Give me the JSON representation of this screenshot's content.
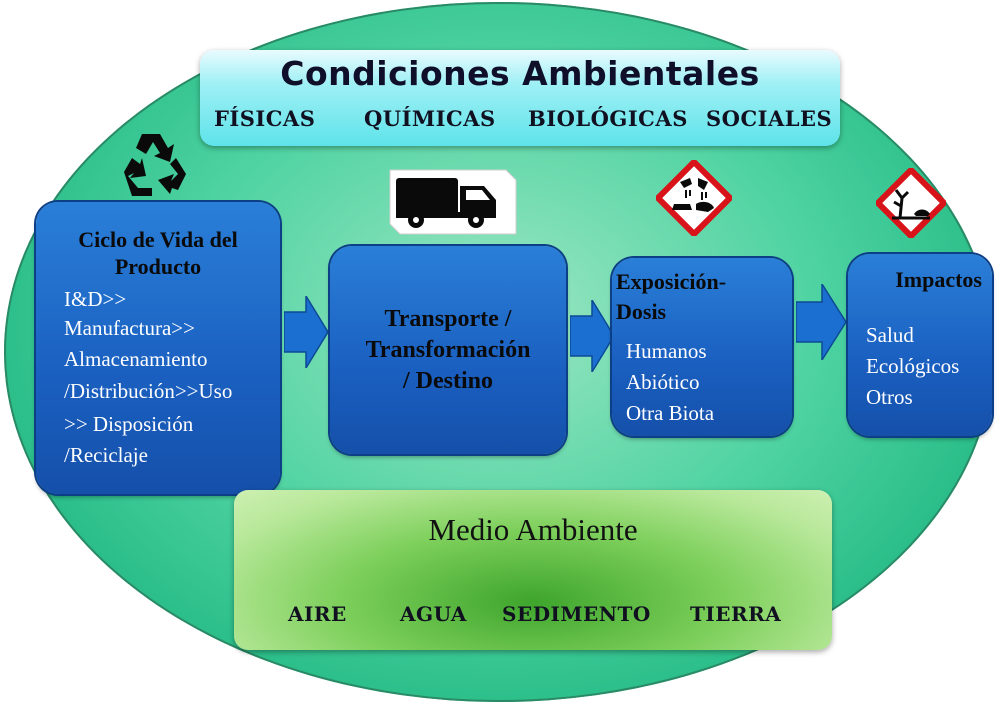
{
  "conditions": {
    "title": "Condiciones Ambientales",
    "items": [
      "FÍSICAS",
      "QUÍMICAS",
      "BIOLÓGICAS",
      "SOCIALES"
    ]
  },
  "lifecycle": {
    "title_line1": "Ciclo de Vida del",
    "title_line2": "Producto",
    "lines": [
      "I&D>>",
      "Manufactura>>",
      "Almacenamiento",
      "/Distribución>>Uso",
      ">> Disposición",
      "/Reciclaje"
    ]
  },
  "transport": {
    "lines": [
      "Transporte /",
      "Transformación",
      "/ Destino"
    ]
  },
  "exposure": {
    "title_line1": "Exposición-",
    "title_line2": "Dosis",
    "lines": [
      "Humanos",
      "Abiótico",
      "Otra Biota"
    ]
  },
  "impacts": {
    "title": "Impactos",
    "lines": [
      "Salud",
      "Ecológicos",
      "Otros"
    ]
  },
  "environment": {
    "title": "Medio Ambiente",
    "items": [
      "AIRE",
      "AGUA",
      "SEDIMENTO",
      "TIERRA"
    ]
  },
  "icons": [
    "recycle-icon",
    "truck-icon",
    "corrosive-hazard-icon",
    "environment-hazard-icon"
  ],
  "colors": {
    "ellipse": "#2ec48e",
    "conditions_box": "#7ee9ef",
    "process_box": "#1a5fc0",
    "arrow": "#1a6fd0",
    "environment_box": "#7ccf5a",
    "hazard_red": "#d8141a"
  }
}
